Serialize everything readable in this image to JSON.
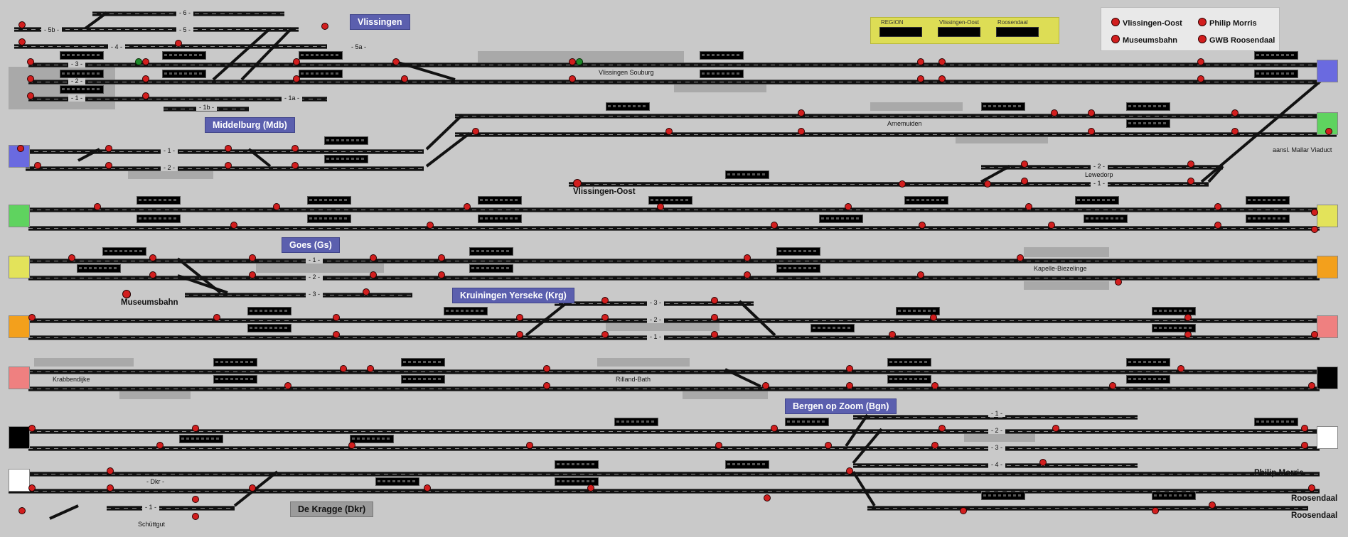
{
  "colors": {
    "background": "#c9c9c9",
    "track": "#111111",
    "signal_red": "#d21e1e",
    "signal_green": "#1e8a2a",
    "station_box": "#5b5fae",
    "region_box": "#dddd55",
    "endcap_blue": "#6a6ae0",
    "endcap_green": "#5fd35f",
    "endcap_yellow": "#e3e35a",
    "endcap_orange": "#f3a01c",
    "endcap_pink": "#ef8080",
    "endcap_black": "#000000",
    "endcap_white": "#ffffff"
  },
  "stations": [
    {
      "name": "Vlissingen",
      "style": "blue"
    },
    {
      "name": "Middelburg (Mdb)",
      "style": "blue"
    },
    {
      "name": "Goes (Gs)",
      "style": "blue"
    },
    {
      "name": "Kruiningen Yerseke (Krg)",
      "style": "blue"
    },
    {
      "name": "Bergen op Zoom (Bgn)",
      "style": "blue"
    },
    {
      "name": "De Kragge (Dkr)",
      "style": "grey"
    }
  ],
  "labels": [
    "Vlissingen Souburg",
    "Arnemuiden",
    "Lewedorp",
    "aansl. Mallar Viaduct",
    "Kapelle-Biezelinge",
    "Krabbendijke",
    "Rilland-Bath",
    "Schüttgut"
  ],
  "big_labels": [
    "Vlissingen-Oost",
    "Museumsbahn",
    "Philip Morris",
    "Roosendaal",
    "Roosendaal"
  ],
  "track_numbers": [
    "- 5b -",
    "- 6 -",
    "- 5 -",
    "- 4 -",
    "- 3 -",
    "- 2 -",
    "- 1 -",
    "- 1b -",
    "- 1a -",
    "- 5a -",
    "- 1 -",
    "- 2 -",
    "- 2 -",
    "- 1 -",
    "- 1 -",
    "- 2 -",
    "- 3 -",
    "- 3 -",
    "- 2 -",
    "- 1 -",
    "- 1 -",
    "- 2 -",
    "- 3 -",
    "- 4 -",
    "- Dkr -",
    "- 1 -"
  ],
  "region_panel": {
    "headers": [
      "REGION",
      "Vlissingen-Oost",
      "Roosendaal"
    ]
  },
  "legend": [
    {
      "label": "Vlissingen-Oost"
    },
    {
      "label": "Philip Morris"
    },
    {
      "label": "Museumsbahn"
    },
    {
      "label": "GWB Roosendaal"
    }
  ]
}
